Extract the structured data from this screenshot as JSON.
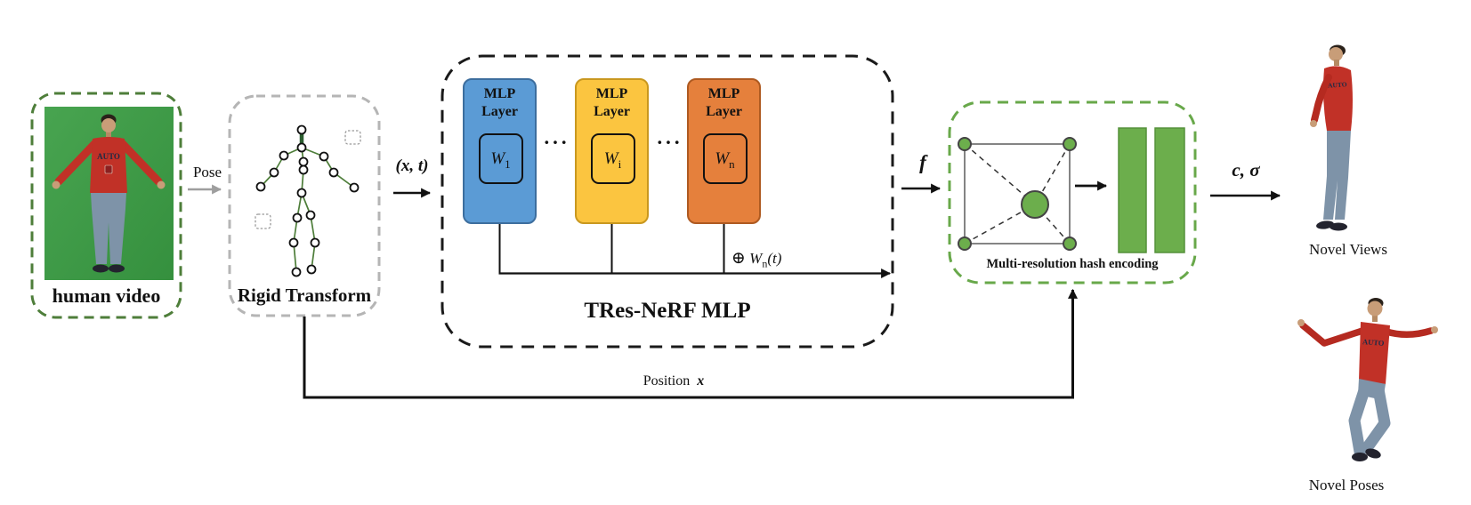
{
  "human_video": {
    "label": "human video",
    "shirt_text": "AUTO"
  },
  "pose_label": "Pose",
  "rigid_transform_label": "Rigid Transform",
  "input_label": "(x, t)",
  "tres_nerf": {
    "title": "TRes-NeRF MLP",
    "dots": "···",
    "layers": [
      {
        "line1": "MLP",
        "line2": "Layer",
        "w_base": "W",
        "w_sub": "1"
      },
      {
        "line1": "MLP",
        "line2": "Layer",
        "w_base": "W",
        "w_sub": "i"
      },
      {
        "line1": "MLP",
        "line2": "Layer",
        "w_base": "W",
        "w_sub": "n"
      }
    ],
    "residual": {
      "oplus": "⊕",
      "w_base": "W",
      "w_sub": "n",
      "suffix": "(t)"
    }
  },
  "feature_label": "f",
  "hash_encoding": {
    "label": "Multi-resolution hash encoding"
  },
  "output_label": "c, σ",
  "position_feedback": {
    "prefix": "Position",
    "var": "x"
  },
  "novel_views": {
    "label": "Novel Views",
    "shirt_text": "AUTO"
  },
  "novel_poses": {
    "label": "Novel Poses",
    "shirt_text": "AUTO"
  },
  "colors": {
    "mlp_blue": "#5B9BD5",
    "mlp_blue_border": "#3D6E9E",
    "mlp_yellow": "#FBC540",
    "mlp_yellow_border": "#C9981F",
    "mlp_orange": "#E5803C",
    "mlp_orange_border": "#AE5A21",
    "hash_green": "#6CAE4C",
    "human_box_dash": "#4E7E3A",
    "rigid_box_dash": "#B5B5B5",
    "tres_box_dash": "#1A1A1A",
    "hash_box_dash": "#68A84A",
    "greenscreen": "#3E9B47",
    "shirt_red": "#C13127",
    "jeans_blue": "#7E93A8"
  }
}
